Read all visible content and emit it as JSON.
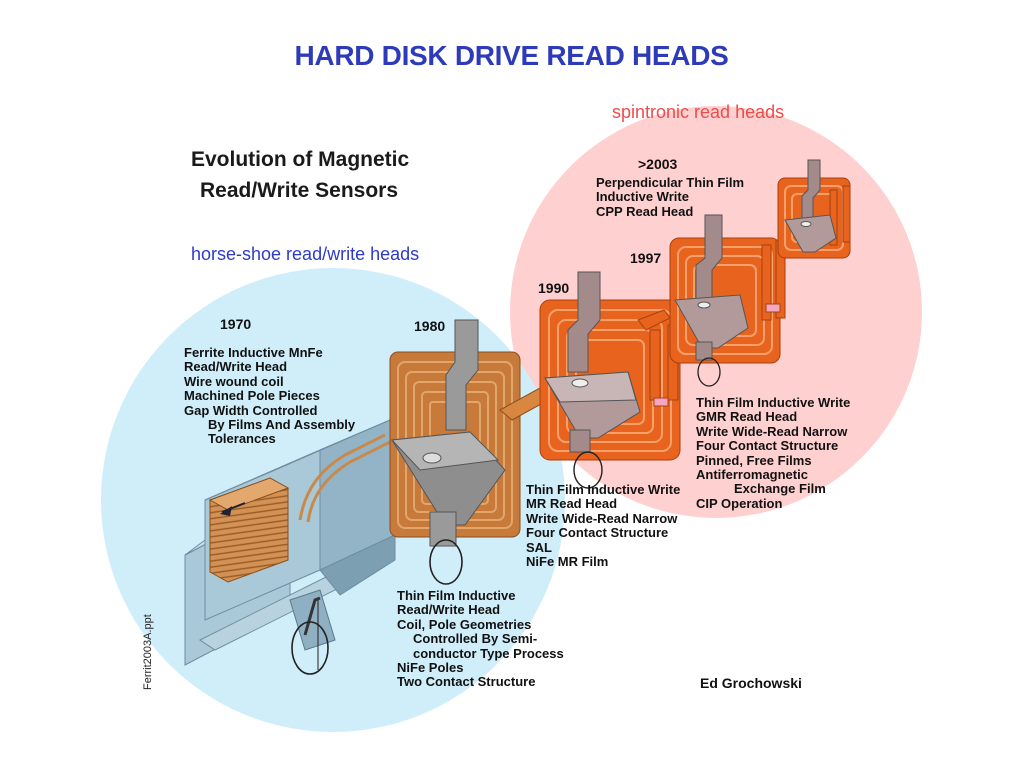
{
  "title": "HARD DISK DRIVE READ HEADS",
  "spintronic_label": "spintronic read heads",
  "horseshoe_label": "horse-shoe read/write heads",
  "evolution_title": [
    "Evolution of Magnetic",
    "Read/Write Sensors"
  ],
  "years": {
    "y1970": "1970",
    "y1980": "1980",
    "y1990": "1990",
    "y1997": "1997",
    "y2003": ">2003"
  },
  "notes": {
    "ferrite": [
      "Ferrite Inductive  MnFe",
      "Read/Write Head",
      "Wire wound coil",
      "Machined Pole Pieces",
      "Gap Width Controlled",
      "By Films And Assembly",
      "Tolerances"
    ],
    "thin_film_1980": [
      "Thin Film Inductive",
      "Read/Write Head",
      "Coil, Pole Geometries",
      "Controlled By  Semi-",
      "conductor Type Process",
      "NiFe Poles",
      "Two Contact Structure"
    ],
    "mr_1990": [
      "Thin Film Inductive Write",
      "MR Read Head",
      "Write Wide-Read Narrow",
      "Four Contact Structure",
      "SAL",
      "NiFe MR Film"
    ],
    "gmr_1997": [
      "Thin Film Inductive Write",
      "GMR Read Head",
      "Write Wide-Read Narrow",
      "Four Contact Structure",
      "Pinned, Free Films",
      "Antiferromagnetic",
      "Exchange Film",
      "CIP Operation"
    ],
    "cpp_2003": [
      "Perpendicular  Thin Film",
      "Inductive Write",
      "CPP Read Head"
    ]
  },
  "author": "Ed Grochowski",
  "file_tag": "Ferrit2003A.ppt",
  "colors": {
    "title": "#2e3bb8",
    "spintronic": "#ee4b4b",
    "horseshoe": "#2e3bc8",
    "blue_region": "#cfeefa",
    "pink_region": "#ffd0d0",
    "coil_copper": "#c87a3a",
    "coil_orange": "#e8641e",
    "pole_grey": "#8e8e8e",
    "ferrite_block": "#a9c8d8"
  }
}
